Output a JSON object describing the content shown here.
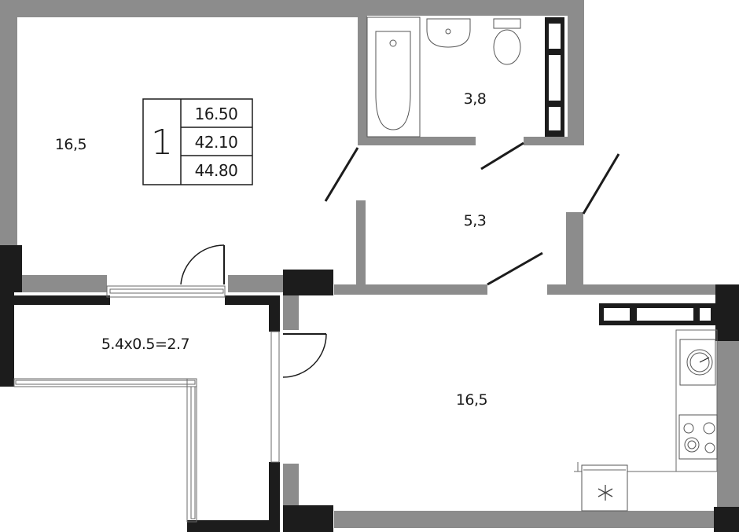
{
  "plan": {
    "summary_table": {
      "room_count": "1",
      "rows": [
        "16.50",
        "42.10",
        "44.80"
      ]
    },
    "rooms": {
      "living_room_area": "16,5",
      "bathroom_area": "3,8",
      "hallway_area": "5,3",
      "kitchen_area": "16,5",
      "balcony_area": "5.4x0.5=2.7"
    },
    "colors": {
      "wall_grey": "#8c8c8c",
      "wall_dark": "#1c1c1c",
      "background": "#ffffff"
    },
    "icons": [
      "bathtub-icon",
      "sink-icon",
      "toilet-icon",
      "stove-icon",
      "cooktop-icon",
      "fridge-snowflake-icon"
    ]
  }
}
